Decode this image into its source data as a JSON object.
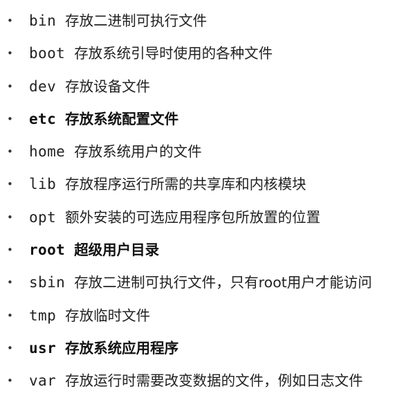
{
  "items": [
    {
      "name": "bin",
      "desc": "存放二进制可执行文件",
      "bold": false
    },
    {
      "name": "boot",
      "desc": "存放系统引导时使用的各种文件",
      "bold": false
    },
    {
      "name": "dev",
      "desc": "存放设备文件",
      "bold": false
    },
    {
      "name": "etc",
      "desc": "存放系统配置文件",
      "bold": true
    },
    {
      "name": "home",
      "desc": "存放系统用户的文件",
      "bold": false
    },
    {
      "name": "lib",
      "desc": "存放程序运行所需的共享库和内核模块",
      "bold": false
    },
    {
      "name": "opt",
      "desc": "额外安装的可选应用程序包所放置的位置",
      "bold": false
    },
    {
      "name": "root",
      "desc": "超级用户目录",
      "bold": true
    },
    {
      "name": "sbin",
      "desc": "存放二进制可执行文件，只有root用户才能访问",
      "bold": false
    },
    {
      "name": "tmp",
      "desc": "存放临时文件",
      "bold": false
    },
    {
      "name": "usr",
      "desc": "存放系统应用程序",
      "bold": true
    },
    {
      "name": "var",
      "desc": "存放运行时需要改变数据的文件，例如日志文件",
      "bold": false
    }
  ],
  "bullet_char": "•"
}
